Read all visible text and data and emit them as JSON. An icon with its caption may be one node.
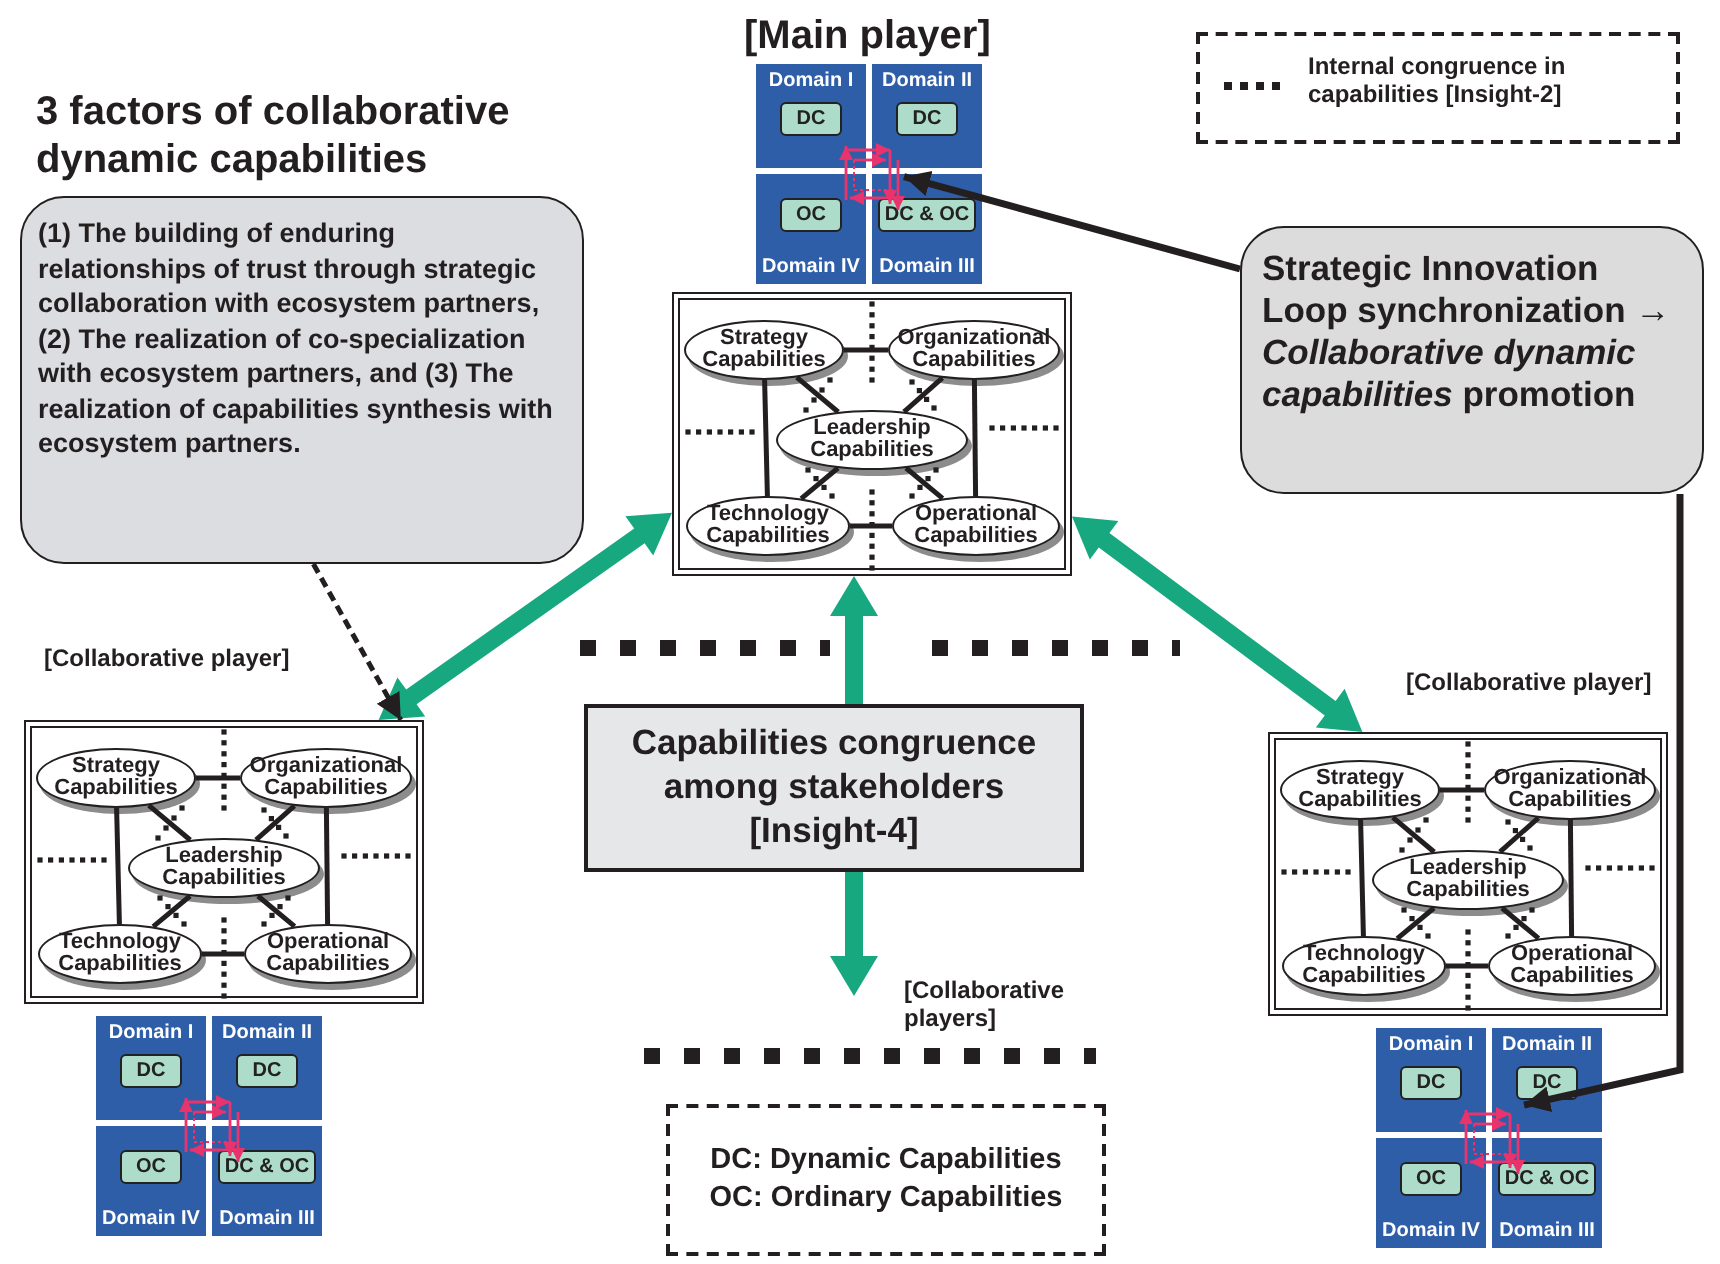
{
  "diagram": {
    "nodes": [
      {
        "text": [
          "3 factors of collaborative dynamic capabilities",
          "(1) The building of enduring relationships of trust through strategic collaboration with ecosystem partners, (2) The realization of co-specialization with ecosystem partners, and (3) The realization of capabilities synthesis with ecosystem partners."
        ]
      },
      {
        "text": [
          "Domain I"
        ]
      },
      {
        "text": [
          "DC"
        ],
        "in": 1
      },
      {
        "text": [
          "Domain II"
        ]
      },
      {
        "text": [
          "DC"
        ],
        "in": 3
      },
      {
        "text": [
          "Domain IV"
        ]
      },
      {
        "text": [
          "OC"
        ],
        "in": 5
      },
      {
        "text": [
          "Domain III"
        ]
      },
      {
        "text": [
          "DC & OC"
        ],
        "in": 7
      },
      {
        "text": [],
        "shape": "picture"
      },
      {
        "text": [],
        "shape": "box"
      },
      {
        "text": [
          "Strategy Capabilities"
        ],
        "in": 10
      },
      {
        "text": [
          "Organizational Capabilities"
        ],
        "in": 10
      },
      {
        "text": [
          "Leadership Capabilities"
        ],
        "in": 10
      },
      {
        "text": [
          "Technology Capabilities"
        ],
        "in": 10
      },
      {
        "text": [
          "Operational Capabilities"
        ],
        "in": 10
      },
      {
        "text": [
          "Strategic Innovation Loop synchronization → *Collaborative dynamic capabilities* promotion"
        ]
      },
      {
        "text": [],
        "shape": "box"
      },
      {
        "text": [
          "Strategy Capabilities"
        ],
        "in": 17
      },
      {
        "text": [
          "Organizational Capabilities"
        ],
        "in": 17
      },
      {
        "text": [
          "Leadership Capabilities"
        ],
        "in": 17
      },
      {
        "text": [
          "Technology Capabilities"
        ],
        "in": 17
      },
      {
        "text": [
          "Operational Capabilities"
        ],
        "in": 17
      },
      {
        "text": [
          "Domain I"
        ]
      },
      {
        "text": [
          "DC"
        ],
        "in": 23
      },
      {
        "text": [
          "Domain II"
        ]
      },
      {
        "text": [
          "DC"
        ],
        "in": 25
      },
      {
        "text": [
          "Domain IV"
        ]
      },
      {
        "text": [
          "OC"
        ],
        "in": 27
      },
      {
        "text": [
          "Domain III"
        ]
      },
      {
        "text": [
          "DC & OC"
        ],
        "in": 29
      },
      {
        "text": [],
        "shape": "picture"
      },
      {
        "text": [
          "Capabilities congruence among stakeholders [Insight-4]"
        ]
      },
      {
        "text": [],
        "shape": "box"
      },
      {
        "text": [
          "Strategy Capabilities"
        ],
        "in": 33
      },
      {
        "text": [
          "Organizational Capabilities"
        ],
        "in": 33
      },
      {
        "text": [
          "Leadership Capabilities"
        ],
        "in": 33
      },
      {
        "text": [
          "Technology Capabilities"
        ],
        "in": 33
      },
      {
        "text": [
          "Operational Capabilities"
        ],
        "in": 33
      },
      {
        "text": [
          "Domain I"
        ]
      },
      {
        "text": [
          "DC"
        ],
        "in": 39
      },
      {
        "text": [
          "Domain II"
        ]
      },
      {
        "text": [
          "DC"
        ],
        "in": 41
      },
      {
        "text": [
          "Domain IV"
        ]
      },
      {
        "text": [
          "OC"
        ],
        "in": 43
      },
      {
        "text": [
          "Domain III"
        ]
      },
      {
        "text": [
          "DC & OC"
        ],
        "in": 45
      },
      {
        "text": [],
        "shape": "picture"
      },
      {
        "text": [
          "DC: Dynamic Capabilities",
          "OC: Ordinary Capabilities"
        ]
      }
    ],
    "edges": [
      {
        "from": 11,
        "to": 12,
        "arrow": "none"
      },
      {
        "from": 11,
        "to": 14,
        "arrow": "none"
      },
      {
        "from": 12,
        "to": 15,
        "arrow": "none"
      },
      {
        "from": 14,
        "to": 15,
        "arrow": "none"
      },
      {
        "from": 11,
        "to": 13,
        "arrow": "none"
      },
      {
        "from": 12,
        "to": 13,
        "arrow": "none"
      },
      {
        "from": 14,
        "to": 13,
        "arrow": "none"
      },
      {
        "from": 15,
        "to": 13,
        "arrow": "none"
      },
      {
        "from": 18,
        "to": 19,
        "arrow": "none"
      },
      {
        "from": 18,
        "to": 21,
        "arrow": "none"
      },
      {
        "from": 19,
        "to": 22,
        "arrow": "none"
      },
      {
        "from": 21,
        "to": 22,
        "arrow": "none"
      },
      {
        "from": 18,
        "to": 20,
        "arrow": "none"
      },
      {
        "from": 19,
        "to": 20,
        "arrow": "none"
      },
      {
        "from": 21,
        "to": 20,
        "arrow": "none"
      },
      {
        "from": 22,
        "to": 20,
        "arrow": "none"
      },
      {
        "from": 34,
        "to": 35,
        "arrow": "none"
      },
      {
        "from": 34,
        "to": 37,
        "arrow": "none"
      },
      {
        "from": 35,
        "to": 38,
        "arrow": "none"
      },
      {
        "from": 37,
        "to": 38,
        "arrow": "none"
      },
      {
        "from": 34,
        "to": 36,
        "arrow": "none"
      },
      {
        "from": 35,
        "to": 36,
        "arrow": "none"
      },
      {
        "from": 37,
        "to": 36,
        "arrow": "none"
      },
      {
        "from": 38,
        "to": 36,
        "arrow": "none"
      },
      {
        "from": 10,
        "to": 17,
        "arrow": "both",
        "style": "thick",
        "color": "#17a880"
      },
      {
        "from": 10,
        "to": 33,
        "arrow": "both",
        "style": "thick",
        "color": "#17a880"
      },
      {
        "from": 32,
        "to": 10,
        "arrow": "to",
        "style": "thick",
        "color": "#17a880"
      },
      {
        "from": 32,
        "to": null,
        "arrow": "to",
        "style": "thick",
        "color": "#17a880"
      },
      {
        "from": 16,
        "to": 9,
        "arrow": "to"
      },
      {
        "from": 16,
        "to": 47,
        "arrow": "to"
      },
      {
        "from": 0,
        "to": 17,
        "arrow": "to",
        "style": "dashed"
      }
    ],
    "labels": [
      "[Main player]",
      "[Collaborative player]",
      "[Collaborative player]",
      "[Collaborative players]"
    ],
    "legend": [
      {
        "text": "Internal congruence in capabilities [Insight-2]"
      }
    ]
  }
}
